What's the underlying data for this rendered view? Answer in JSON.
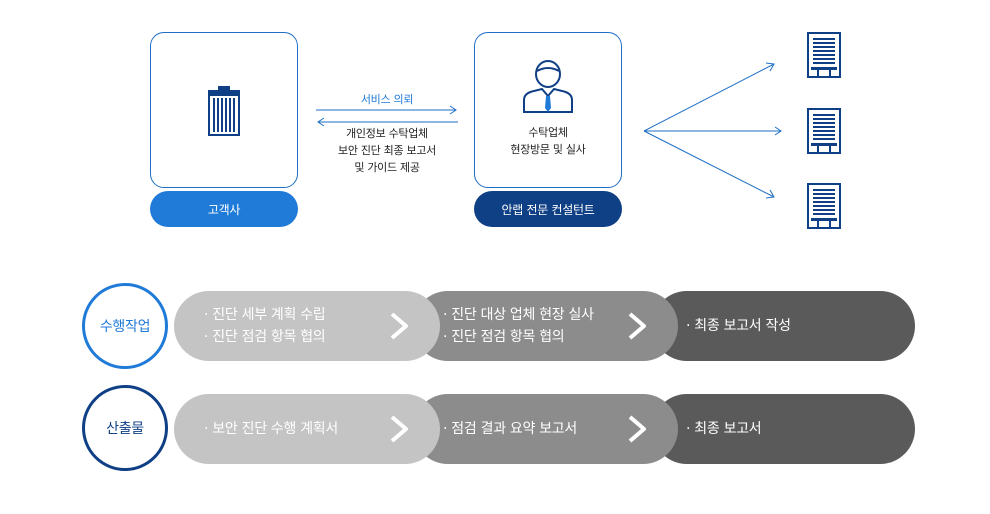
{
  "top": {
    "client_label": "고객사",
    "consultant_label": "안랩 전문 컨설턴트",
    "request_text": "서비스 의뢰",
    "provide_lines": [
      "개인정보 수탁업체",
      "보안 진단 최종 보고서",
      "및 가이드 제공"
    ],
    "consultant_lines": [
      "수탁업체",
      "현장방문 및 실사"
    ]
  },
  "rows": [
    {
      "label": "수행작업",
      "steps": [
        [
          "· 진단 세부 계획 수립",
          "· 진단 점검 항목 협의"
        ],
        [
          "· 진단 대상 업체 현장 실사",
          "·  진단 점검 항목 협의"
        ],
        [
          "· 최종 보고서 작성"
        ]
      ]
    },
    {
      "label": "산출물",
      "steps": [
        [
          "· 보안 진단 수행 계획서"
        ],
        [
          "· 점검 결과 요약 보고서"
        ],
        [
          "· 최종 보고서"
        ]
      ]
    }
  ],
  "colors": {
    "blue": "#1f7ad8",
    "navy": "#0f3f85",
    "step1": "#c4c4c4",
    "step2": "#8c8c8c",
    "step3": "#5a5a5a"
  }
}
